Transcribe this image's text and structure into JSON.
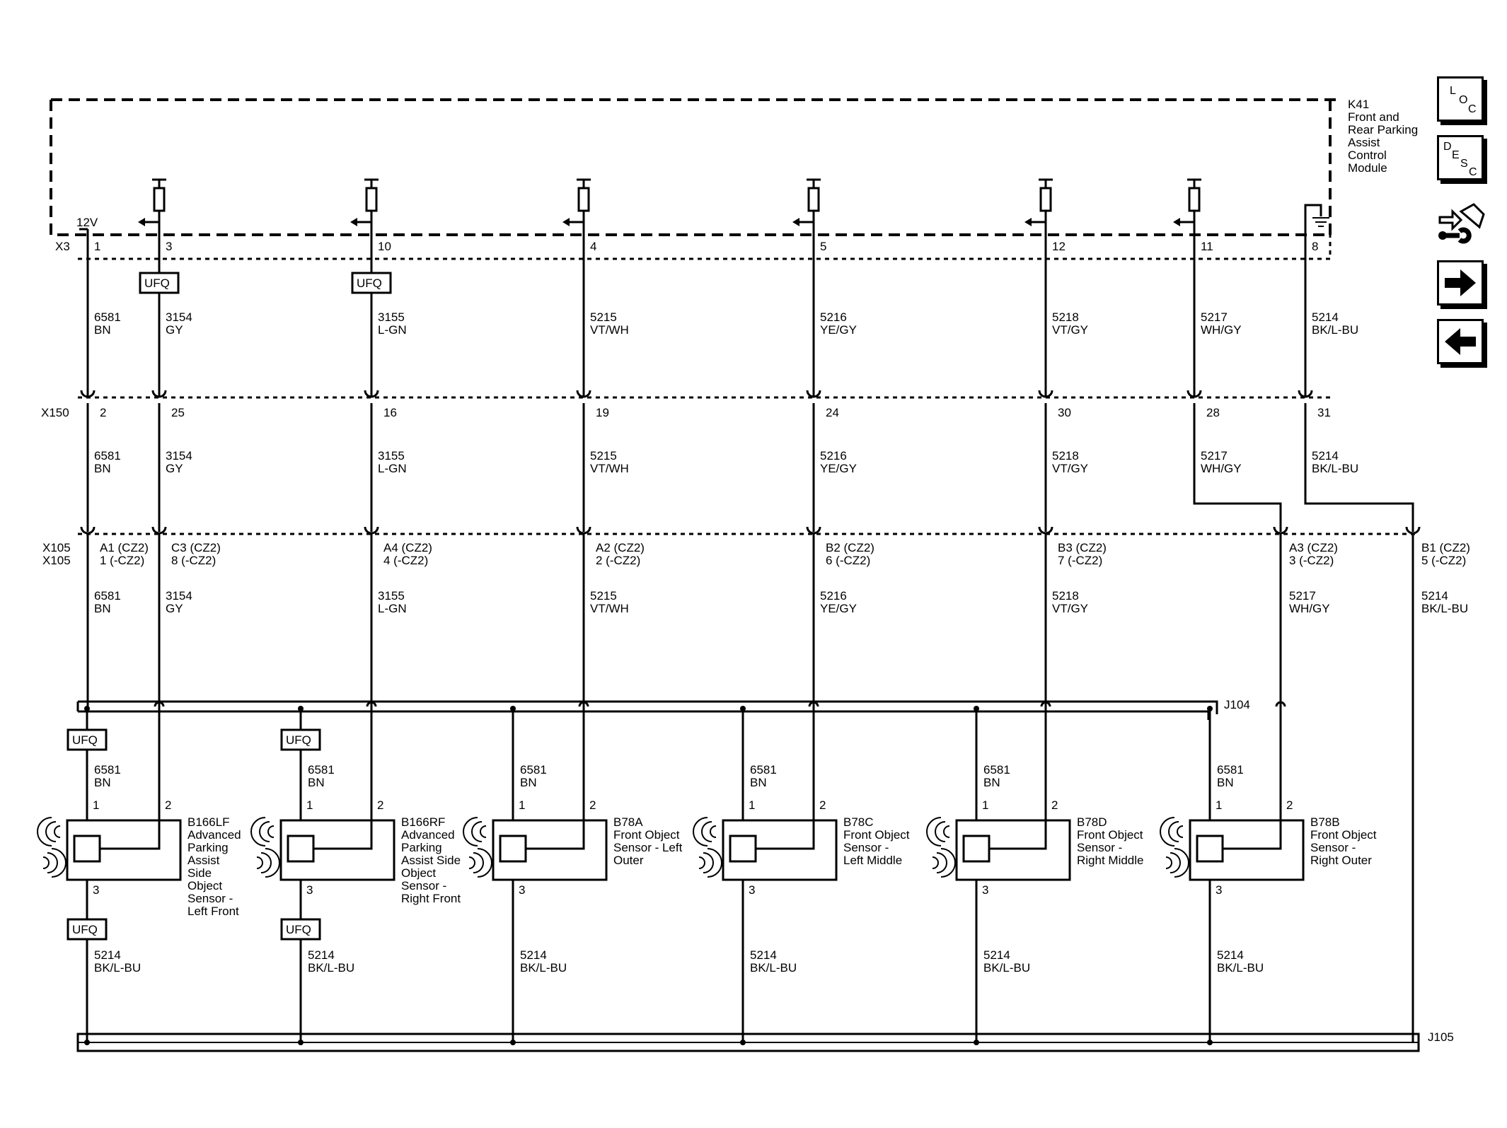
{
  "module": {
    "ref": "K41",
    "name_lines": [
      "Front and",
      "Rear Parking",
      "Assist",
      "Control",
      "Module"
    ],
    "power_label": "12V"
  },
  "connectors": {
    "x3": "X3",
    "x150": "X150",
    "x105_a": "X105",
    "x105_b": "X105"
  },
  "splices": {
    "j104": "J104",
    "j105": "J105"
  },
  "fuse_label": "UFQ",
  "columns": [
    {
      "x3_pin": "1",
      "x3_wire": [
        "6581",
        "BN"
      ],
      "x150_pin": "2",
      "x150_wire": [
        "6581",
        "BN"
      ],
      "x105_pin": [
        "A1 (CZ2)",
        "1 (-CZ2)"
      ],
      "x105_wire": [
        "6581",
        "BN"
      ]
    },
    {
      "x3_pin": "3",
      "x3_wire": [
        "3154",
        "GY"
      ],
      "x150_pin": "25",
      "x150_wire": [
        "3154",
        "GY"
      ],
      "x105_pin": [
        "C3 (CZ2)",
        "8 (-CZ2)"
      ],
      "x105_wire": [
        "3154",
        "GY"
      ]
    },
    {
      "x3_pin": "10",
      "x3_wire": [
        "3155",
        "L-GN"
      ],
      "x150_pin": "16",
      "x150_wire": [
        "3155",
        "L-GN"
      ],
      "x105_pin": [
        "A4 (CZ2)",
        "4 (-CZ2)"
      ],
      "x105_wire": [
        "3155",
        "L-GN"
      ]
    },
    {
      "x3_pin": "4",
      "x3_wire": [
        "5215",
        "VT/WH"
      ],
      "x150_pin": "19",
      "x150_wire": [
        "5215",
        "VT/WH"
      ],
      "x105_pin": [
        "A2  (CZ2)",
        "2  (-CZ2)"
      ],
      "x105_wire": [
        "5215",
        "VT/WH"
      ]
    },
    {
      "x3_pin": "5",
      "x3_wire": [
        "5216",
        "YE/GY"
      ],
      "x150_pin": "24",
      "x150_wire": [
        "5216",
        "YE/GY"
      ],
      "x105_pin": [
        "B2 (CZ2)",
        "6 (-CZ2)"
      ],
      "x105_wire": [
        "5216",
        "YE/GY"
      ]
    },
    {
      "x3_pin": "12",
      "x3_wire": [
        "5218",
        "VT/GY"
      ],
      "x150_pin": "30",
      "x150_wire": [
        "5218",
        "VT/GY"
      ],
      "x105_pin": [
        "B3 (CZ2)",
        "7 (-CZ2)"
      ],
      "x105_wire": [
        "5218",
        "VT/GY"
      ]
    },
    {
      "x3_pin": "11",
      "x3_wire": [
        "5217",
        "WH/GY"
      ],
      "x150_pin": "28",
      "x150_wire": [
        "5217",
        "WH/GY"
      ],
      "x105_pin": [
        "A3  (CZ2)",
        "3  (-CZ2)"
      ],
      "x105_wire": [
        "5217",
        "WH/GY"
      ]
    },
    {
      "x3_pin": "8",
      "x3_wire": [
        "5214",
        "BK/L-BU"
      ],
      "x150_pin": "31",
      "x150_wire": [
        "5214",
        "BK/L-BU"
      ],
      "x105_pin": [
        "B1 (CZ2)",
        "5 (-CZ2)"
      ],
      "x105_wire": [
        "5214",
        "BK/L-BU"
      ]
    }
  ],
  "sensors": [
    {
      "ref": "B166LF",
      "name_lines": [
        "Advanced",
        "Parking",
        "Assist",
        "Side",
        "Object",
        "Sensor -",
        "Left Front"
      ],
      "pin1": "1",
      "pin2": "2",
      "pin3": "3",
      "top_wire": [
        "6581",
        "BN"
      ],
      "bottom_wire": [
        "5214",
        "BK/L-BU"
      ]
    },
    {
      "ref": "B166RF",
      "name_lines": [
        "Advanced",
        "Parking",
        "Assist Side",
        "Object",
        "Sensor -",
        "Right Front"
      ],
      "pin1": "1",
      "pin2": "2",
      "pin3": "3",
      "top_wire": [
        "6581",
        "BN"
      ],
      "bottom_wire": [
        "5214",
        "BK/L-BU"
      ]
    },
    {
      "ref": "B78A",
      "name_lines": [
        "Front Object",
        "Sensor - Left",
        "Outer"
      ],
      "pin1": "1",
      "pin2": "2",
      "pin3": "3",
      "top_wire": [
        "6581",
        "BN"
      ],
      "bottom_wire": [
        "5214",
        "BK/L-BU"
      ]
    },
    {
      "ref": "B78C",
      "name_lines": [
        "Front Object",
        "Sensor -",
        "Left Middle"
      ],
      "pin1": "1",
      "pin2": "2",
      "pin3": "3",
      "top_wire": [
        "6581",
        "BN"
      ],
      "bottom_wire": [
        "5214",
        "BK/L-BU"
      ]
    },
    {
      "ref": "B78D",
      "name_lines": [
        "Front Object",
        "Sensor -",
        "Right Middle"
      ],
      "pin1": "1",
      "pin2": "2",
      "pin3": "3",
      "top_wire": [
        "6581",
        "BN"
      ],
      "bottom_wire": [
        "5214",
        "BK/L-BU"
      ]
    },
    {
      "ref": "B78B",
      "name_lines": [
        "Front Object",
        "Sensor -",
        "Right Outer"
      ],
      "pin1": "1",
      "pin2": "2",
      "pin3": "3",
      "top_wire": [
        "6581",
        "BN"
      ],
      "bottom_wire": [
        "5214",
        "BK/L-BU"
      ]
    }
  ],
  "side_buttons": {
    "loc": [
      "L",
      "O",
      "C"
    ],
    "desc": [
      "D",
      "E",
      "S",
      "C"
    ]
  },
  "icons": {
    "location": "loc-icon",
    "description": "desc-icon",
    "connector_pinout": "connector-wrench-icon",
    "next": "arrow-right-icon",
    "previous": "arrow-left-icon"
  }
}
